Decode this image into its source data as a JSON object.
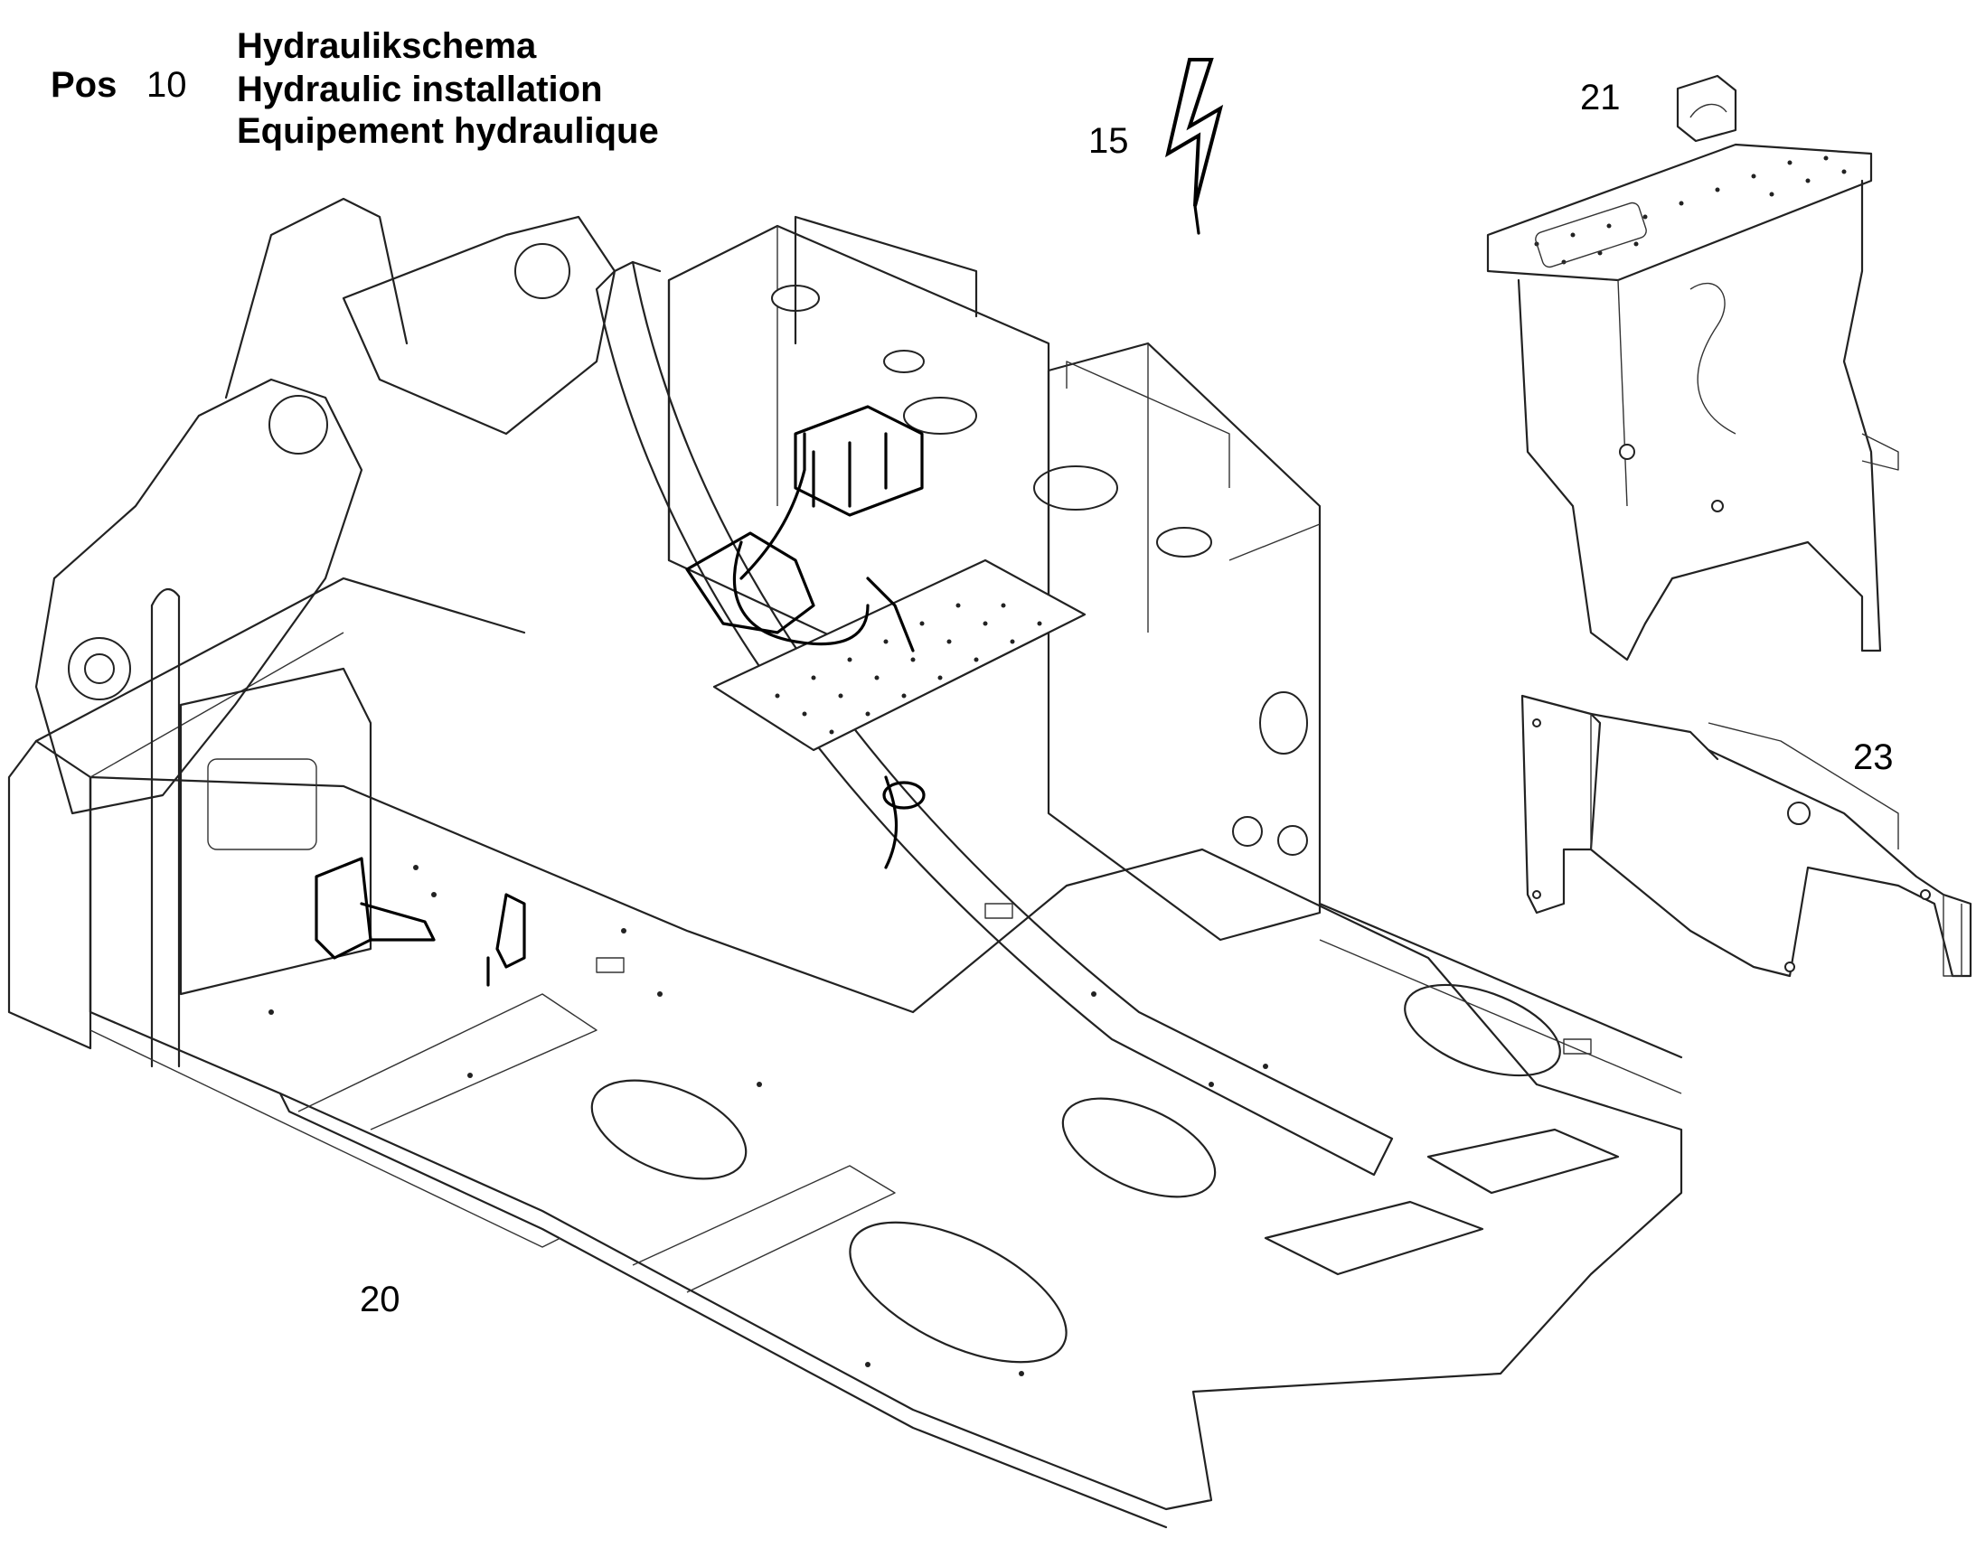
{
  "header": {
    "pos_label": "Pos",
    "pos_number": "10",
    "title_de": "Hydraulikschema",
    "title_en": "Hydraulic installation",
    "title_fr": "Equipement hydraulique"
  },
  "callouts": {
    "c15": "15",
    "c20": "20",
    "c21": "21",
    "c23": "23"
  },
  "icons": {
    "schematic": "lightning-bolt-icon"
  }
}
